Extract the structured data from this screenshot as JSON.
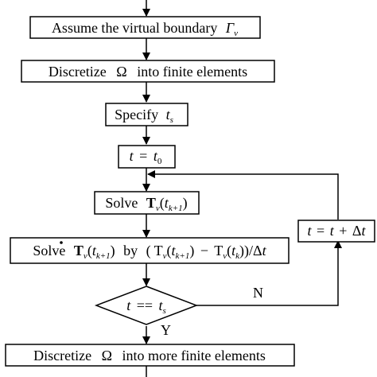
{
  "flowchart": {
    "step1": {
      "text": "Assume the virtual boundary",
      "symbol": "Γ",
      "sub": "v"
    },
    "step2": {
      "pre": "Discretize",
      "symbol": "Ω",
      "post": "into finite elements"
    },
    "step3": {
      "pre": "Specify",
      "var": "t",
      "sub": "s"
    },
    "step4": {
      "lhs": "t",
      "eq": "=",
      "rhs": "t",
      "sub": "0"
    },
    "step5": {
      "pre": "Solve",
      "func": "T",
      "func_sub": "v",
      "arg_open": "(",
      "arg": "t",
      "arg_sub": "k+1",
      "arg_close": ")"
    },
    "step6": {
      "pre": "Solve",
      "func": "T",
      "func_sub": "v",
      "arg": "t",
      "arg_sub": "k+1",
      "by": "by",
      "open": "(",
      "t1": "T",
      "t1_sub": "v",
      "t1_arg": "t",
      "t1_arg_sub": "k+1",
      "minus": "−",
      "t2": "T",
      "t2_sub": "v",
      "t2_arg": "t",
      "t2_arg_sub": "k",
      "close": "))",
      "div": "/",
      "delta": "Δ",
      "dvar": "t"
    },
    "decision": {
      "lhs": "t",
      "op": "==",
      "rhs": "t",
      "sub": "s"
    },
    "side_box": {
      "lhs": "t",
      "eq": "=",
      "rhs": "t",
      "plus": "+",
      "delta": "Δ",
      "dvar": "t"
    },
    "label_no": "N",
    "label_yes": "Y",
    "step7": {
      "pre": "Discretize",
      "symbol": "Ω",
      "post": "into more finite elements"
    }
  }
}
